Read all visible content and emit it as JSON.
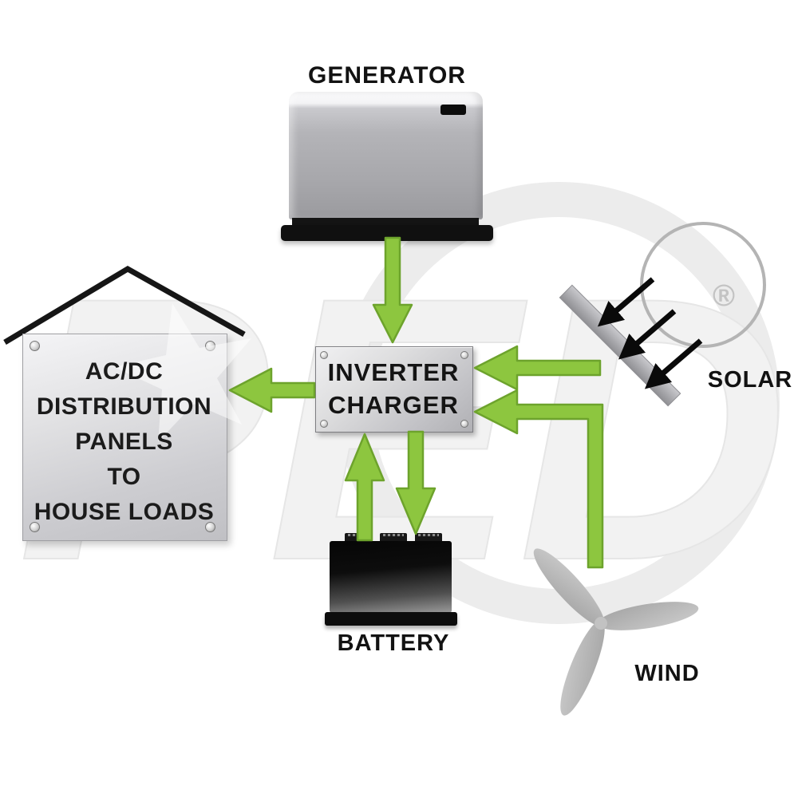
{
  "diagram": {
    "title": "",
    "nodes": {
      "generator": {
        "label": "GENERATOR"
      },
      "inverter_charger": {
        "label": [
          "INVERTER",
          "CHARGER"
        ]
      },
      "distribution": {
        "label": [
          "AC/DC",
          "DISTRIBUTION",
          "PANELS",
          "TO",
          "HOUSE LOADS"
        ]
      },
      "battery": {
        "label": "BATTERY"
      },
      "solar": {
        "label": "SOLAR"
      },
      "wind": {
        "label": "WIND"
      }
    },
    "connections": [
      {
        "from": "generator",
        "to": "inverter_charger"
      },
      {
        "from": "inverter_charger",
        "to": "distribution"
      },
      {
        "from": "solar",
        "to": "inverter_charger"
      },
      {
        "from": "wind",
        "to": "inverter_charger"
      },
      {
        "from": "battery",
        "to": "inverter_charger"
      },
      {
        "from": "inverter_charger",
        "to": "battery"
      }
    ],
    "watermark": {
      "registered_mark": "®"
    },
    "colors": {
      "arrow_green": "#8dc63f",
      "arrow_green_border": "#6da32c",
      "label_black": "#121212",
      "metal_gray": "#c6c6ca",
      "sun_ring_gray": "#b4b4b4"
    }
  }
}
